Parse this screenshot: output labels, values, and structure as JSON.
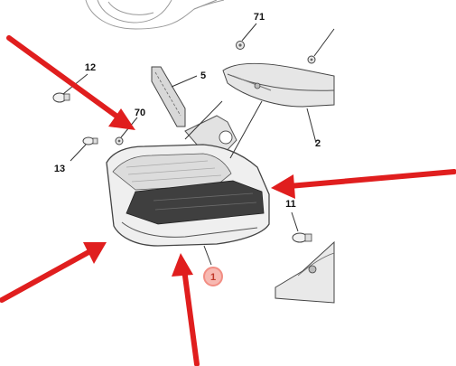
{
  "diagram": {
    "callouts": {
      "c71": "71",
      "c12": "12",
      "c5": "5",
      "c70": "70",
      "c13": "13",
      "c2": "2",
      "c11": "11",
      "c1": "1"
    },
    "highlighted_part": "1",
    "colors": {
      "line": "#333333",
      "arrow": "#e01e1e",
      "highlight_fill": "#f7b9b2",
      "highlight_text": "#c0392b",
      "lamp_dark": "#3a3a3a",
      "lamp_lens": "#d9d9d9"
    }
  }
}
